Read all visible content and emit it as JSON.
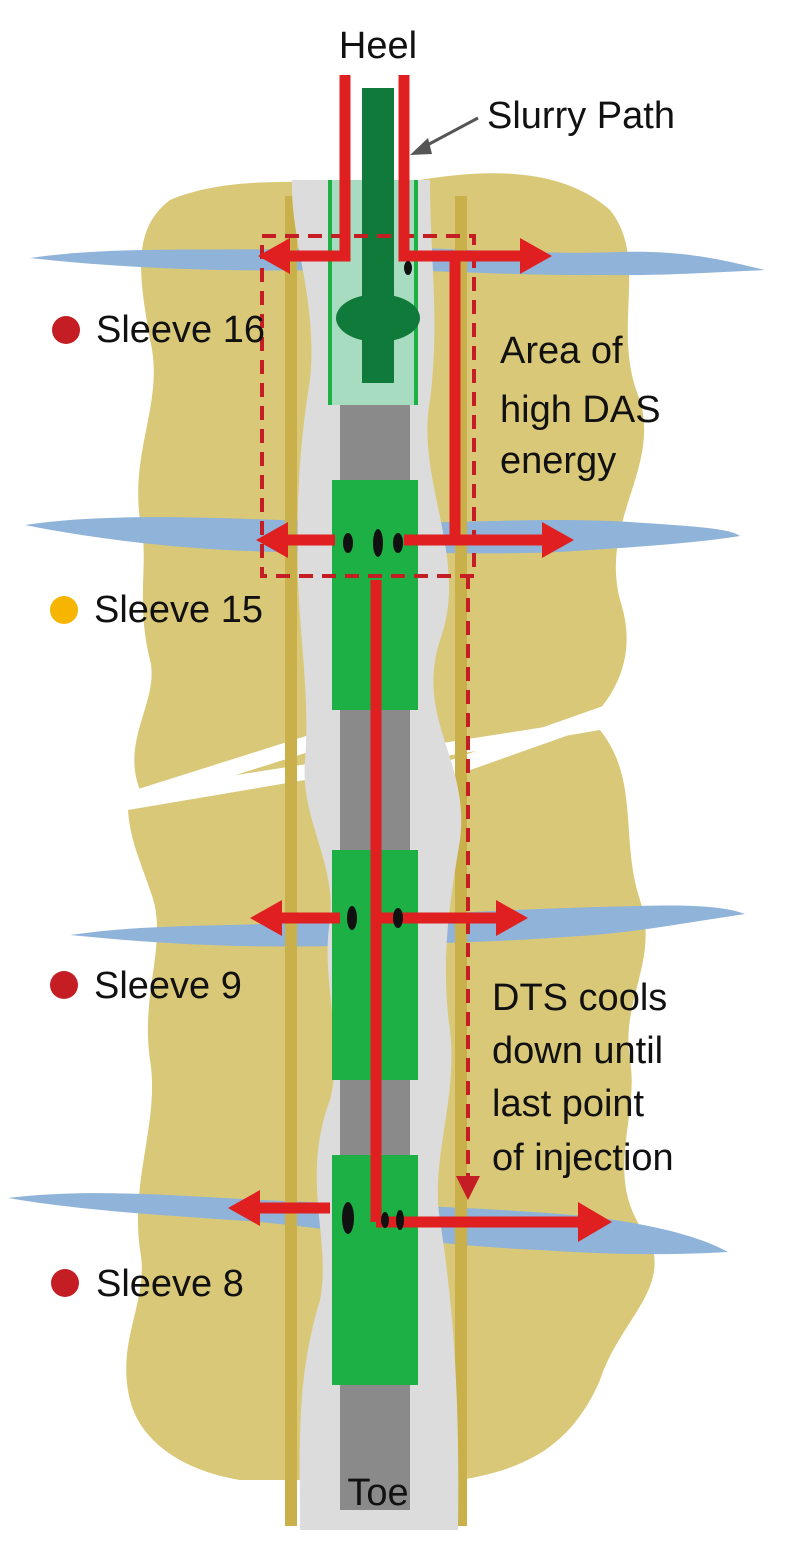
{
  "labels": {
    "heel": "Heel",
    "toe": "Toe",
    "slurry_path": "Slurry Path",
    "das_line1": "Area of",
    "das_line2": "high DAS",
    "das_line3": "energy",
    "dts_line1": "DTS cools",
    "dts_line2": "down until",
    "dts_line3": "last point",
    "dts_line4": "of injection"
  },
  "sleeves": [
    {
      "label": "Sleeve 16",
      "color": "#c41e24"
    },
    {
      "label": "Sleeve 15",
      "color": "#f7b500"
    },
    {
      "label": "Sleeve 9",
      "color": "#c41e24"
    },
    {
      "label": "Sleeve 8",
      "color": "#c41e24"
    }
  ],
  "colors": {
    "formation": "#d9c878",
    "fracture": "#8fb3d9",
    "casing": "#c9b04a",
    "sleeve": "#1db045",
    "tubing": "#8a8a8a",
    "slurry": "#e02020",
    "sand_pack": "#dcdcdc"
  }
}
